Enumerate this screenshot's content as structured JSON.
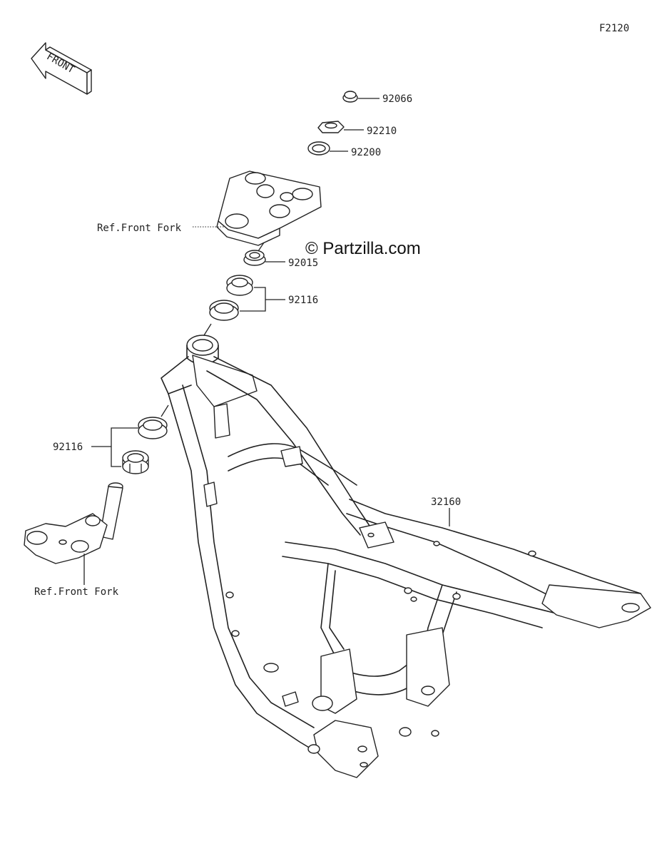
{
  "figure_code": "F2120",
  "front_arrow_label": "FRONT",
  "watermark": "© Partzilla.com",
  "callouts": {
    "nut_92066": "92066",
    "nut_92210": "92210",
    "washer_92200": "92200",
    "ref_front_fork_top": "Ref.Front Fork",
    "nut_92015": "92015",
    "bearing_92116_upper": "92116",
    "bearing_92116_lower": "92116",
    "frame_32160": "32160",
    "ref_front_fork_bottom": "Ref.Front Fork"
  }
}
